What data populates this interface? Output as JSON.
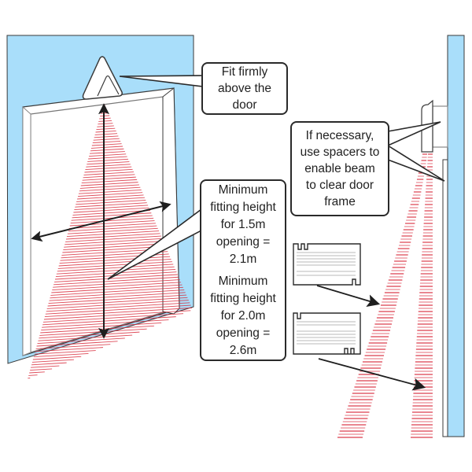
{
  "diagram": {
    "colors": {
      "wall": "#a9defa",
      "beam": "#d8293a",
      "outline": "#2a2a2a",
      "spacer_lines": "#c8c8c8"
    },
    "callouts": {
      "fit_firmly": [
        "Fit firmly",
        "above the",
        "door"
      ],
      "spacers": [
        "If necessary,",
        "use spacers to",
        "enable beam",
        "to clear door",
        "frame"
      ],
      "height_1": [
        "Minimum",
        "fitting height",
        "for 1.5m",
        "opening =",
        "2.1m"
      ],
      "height_2": [
        "Minimum",
        "fitting height",
        "for 2.0m",
        "opening =",
        "2.6m"
      ]
    },
    "icons": {
      "sensor": "detector-sensor-icon",
      "spacer_a": "spacer-plate-icon",
      "spacer_b": "spacer-plate-icon",
      "vertical_arrow": "double-arrow-vertical-icon",
      "horizontal_arrow": "double-arrow-horizontal-icon"
    }
  }
}
